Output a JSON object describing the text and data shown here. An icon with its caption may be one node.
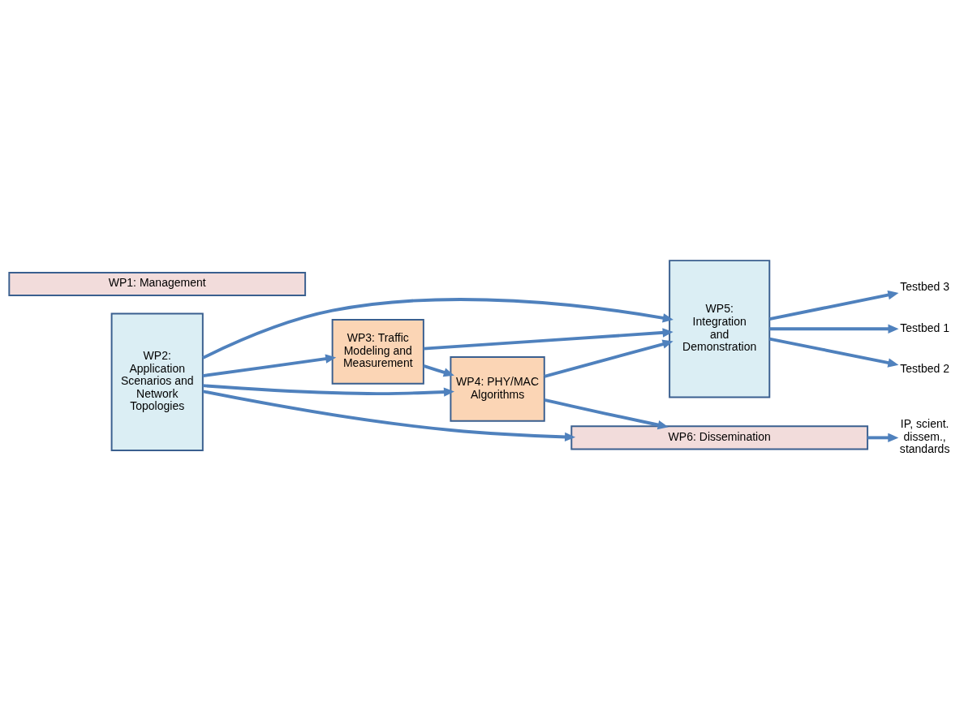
{
  "diagram": {
    "nodes": [
      {
        "text": [
          "WP1: Management"
        ]
      },
      {
        "text": [
          "WP2: Application Scenarios and Network Topologies"
        ]
      },
      {
        "text": [
          "WP3: Traffic Modeling and Measurement"
        ]
      },
      {
        "text": [
          "WP4: PHY/MAC Algorithms"
        ]
      },
      {
        "text": [
          "WP5: Integration and Demonstration"
        ]
      },
      {
        "text": [
          "WP6: Dissemination"
        ]
      },
      {
        "text": [
          "Testbed 1"
        ]
      },
      {
        "text": [
          "Testbed 2"
        ]
      },
      {
        "text": [
          "Testbed 3"
        ]
      },
      {
        "text": [
          "IP, scient. dissem., standards"
        ]
      }
    ],
    "edges": [
      {
        "from": 1,
        "to": 2,
        "arrow": "to"
      },
      {
        "from": 1,
        "to": 4,
        "arrow": "to"
      },
      {
        "from": 1,
        "to": 3,
        "arrow": "to"
      },
      {
        "from": 2,
        "to": 4,
        "arrow": "to"
      },
      {
        "from": 2,
        "to": 3,
        "arrow": "to"
      },
      {
        "from": 3,
        "to": 4,
        "arrow": "to"
      },
      {
        "from": 4,
        "to": 6,
        "arrow": "to"
      },
      {
        "from": 4,
        "to": 7,
        "arrow": "to"
      },
      {
        "from": 4,
        "to": 8,
        "arrow": "to"
      },
      {
        "from": 1,
        "to": 5,
        "arrow": "to"
      },
      {
        "from": 3,
        "to": 5,
        "arrow": "to"
      },
      {
        "from": 5,
        "to": 9,
        "arrow": "to"
      }
    ]
  }
}
